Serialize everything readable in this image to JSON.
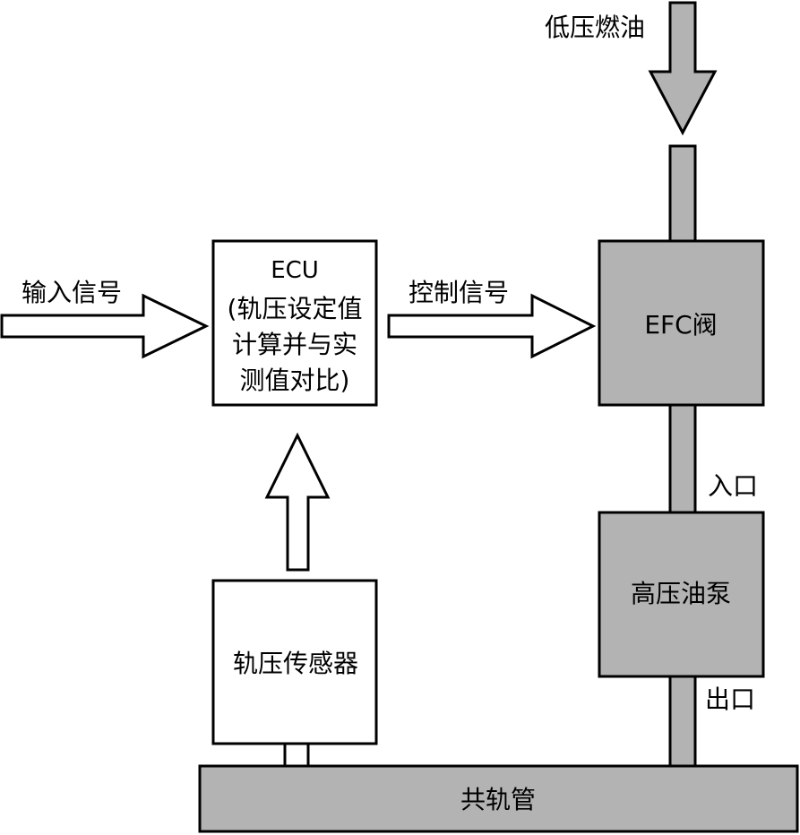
{
  "labels": {
    "low_pressure_fuel": "低压燃油",
    "input_signal": "输入信号",
    "control_signal": "控制信号",
    "inlet": "入口",
    "outlet": "出口"
  },
  "blocks": {
    "ecu": {
      "line1": "ECU",
      "line2": "(轨压设定值",
      "line3": "计算并与实",
      "line4": "测值对比)"
    },
    "efc_valve": "EFC阀",
    "high_pressure_pump": "高压油泵",
    "rail_pressure_sensor": "轨压传感器",
    "common_rail": "共轨管"
  },
  "colors": {
    "gray_fill": "#b3b3b3",
    "white_fill": "#ffffff",
    "stroke": "#000000"
  }
}
